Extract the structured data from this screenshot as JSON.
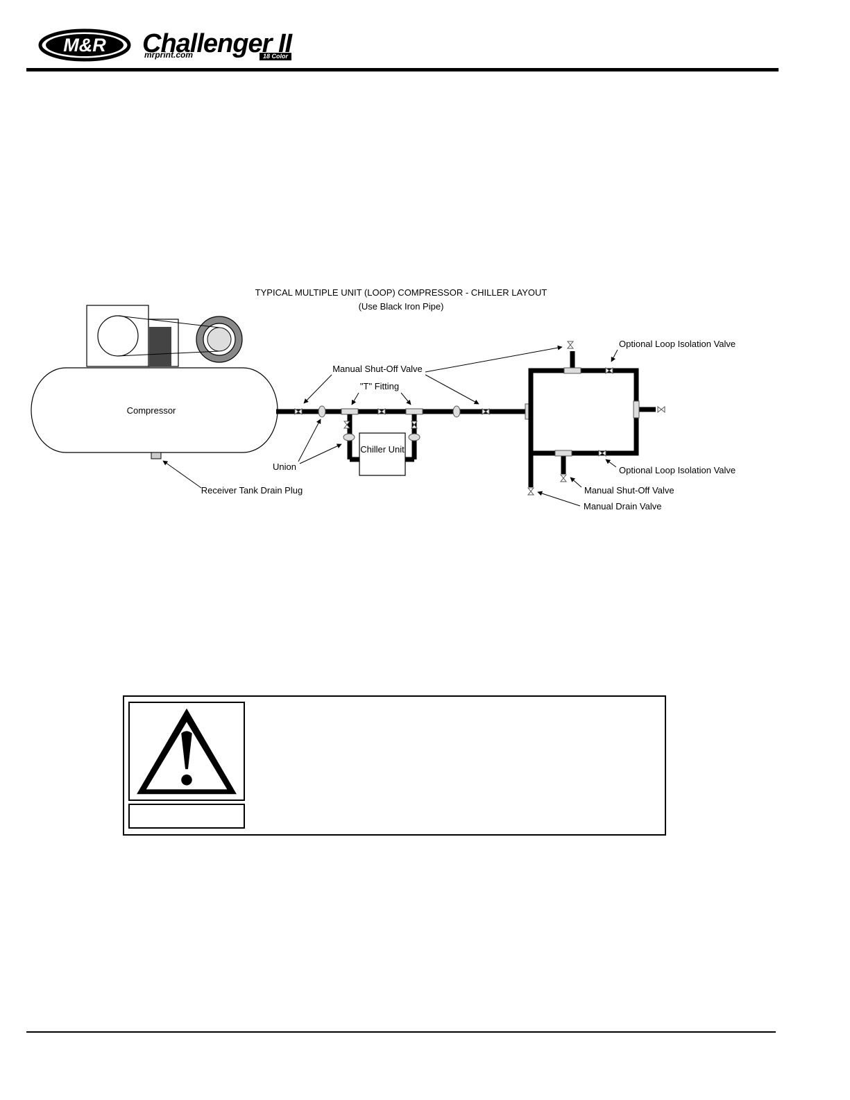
{
  "header": {
    "logo_text": "M&R",
    "brand_name": "Challenger II",
    "brand_url": "mrprint.com",
    "brand_badge": "18 Color"
  },
  "diagram": {
    "title": "TYPICAL MULTIPLE UNIT (LOOP) COMPRESSOR - CHILLER LAYOUT",
    "subtitle": "(Use Black Iron Pipe)",
    "labels": {
      "compressor": "Compressor",
      "chiller_unit": "Chiller Unit",
      "manual_shutoff_valve_top": "Manual Shut-Off Valve",
      "t_fitting": "\"T\" Fitting",
      "union": "Union",
      "receiver_tank_drain_plug": "Receiver Tank Drain Plug",
      "optional_loop_isolation_valve_top": "Optional Loop Isolation Valve",
      "optional_loop_isolation_valve_bottom": "Optional Loop Isolation Valve",
      "manual_shutoff_valve_bottom": "Manual Shut-Off Valve",
      "manual_drain_valve": "Manual Drain Valve"
    }
  },
  "warning": {
    "icon": "warning-triangle-icon",
    "caption": ""
  }
}
